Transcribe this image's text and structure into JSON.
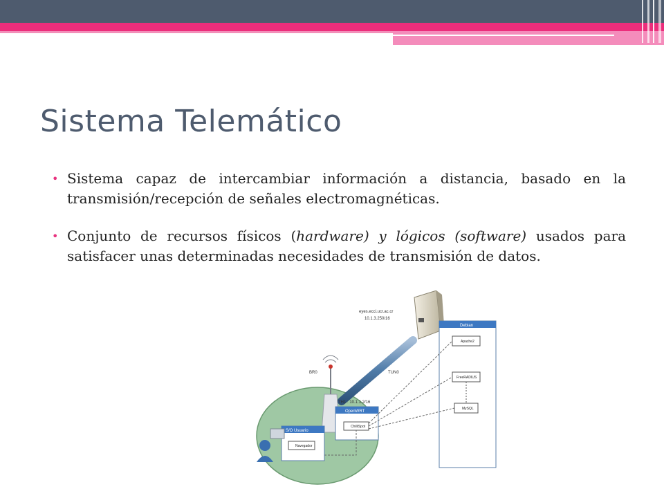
{
  "slide": {
    "title": "Sistema Telemático",
    "bullets": [
      {
        "text": "Sistema capaz de intercambiar información a distancia, basado en la transmisión/recepción de señales electromagnéticas."
      },
      {
        "pre": "Conjunto de recursos físicos (",
        "em1": "hardware) y lógicos (software)",
        "post": " usados para satisfacer unas determinadas necesidades de transmisión de datos."
      }
    ]
  },
  "diagram": {
    "server_host": "eyes.ecci.ucr.ac.cr",
    "server_ip": "10.1.3.250/16",
    "debian_title": "Debian",
    "components": [
      "Apache2",
      "FreeRADIUS",
      "MySQL"
    ],
    "br_label": "BR0",
    "tun_label": "TUN0",
    "eth_label": "ETH1 : 10.1.1.2/16",
    "openwrt_title": "OpenWRT",
    "chillispot_label": "ChilliSpot",
    "so_title": "S/O Usuario",
    "navegador_label": "Navegador"
  },
  "colors": {
    "accent": "#ec2d7b",
    "title": "#4e5b6e",
    "topbar": "#4e5b6e"
  }
}
